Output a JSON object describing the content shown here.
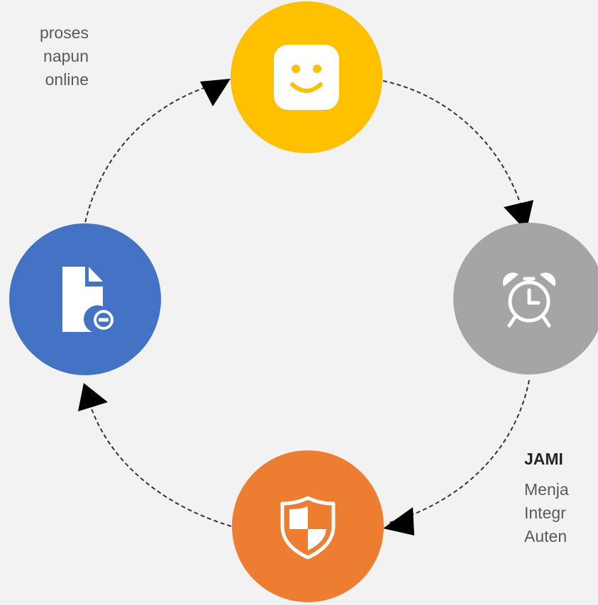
{
  "left_text": {
    "lines": [
      "proses",
      "napun",
      "online"
    ]
  },
  "right_block": {
    "title": "JAMI",
    "lines": [
      "Menja",
      "Integr",
      "Auten"
    ]
  },
  "cycle_nodes": [
    {
      "icon": "smiley-face-icon",
      "color": "#ffc000"
    },
    {
      "icon": "alarm-clock-icon",
      "color": "#a5a5a5"
    },
    {
      "icon": "shield-icon",
      "color": "#ed7d31"
    },
    {
      "icon": "document-minus-icon",
      "color": "#4472c4"
    }
  ],
  "colors": {
    "background": "#f2f2f2",
    "connector": "#333333",
    "text": "#595959",
    "title": "#262626"
  }
}
